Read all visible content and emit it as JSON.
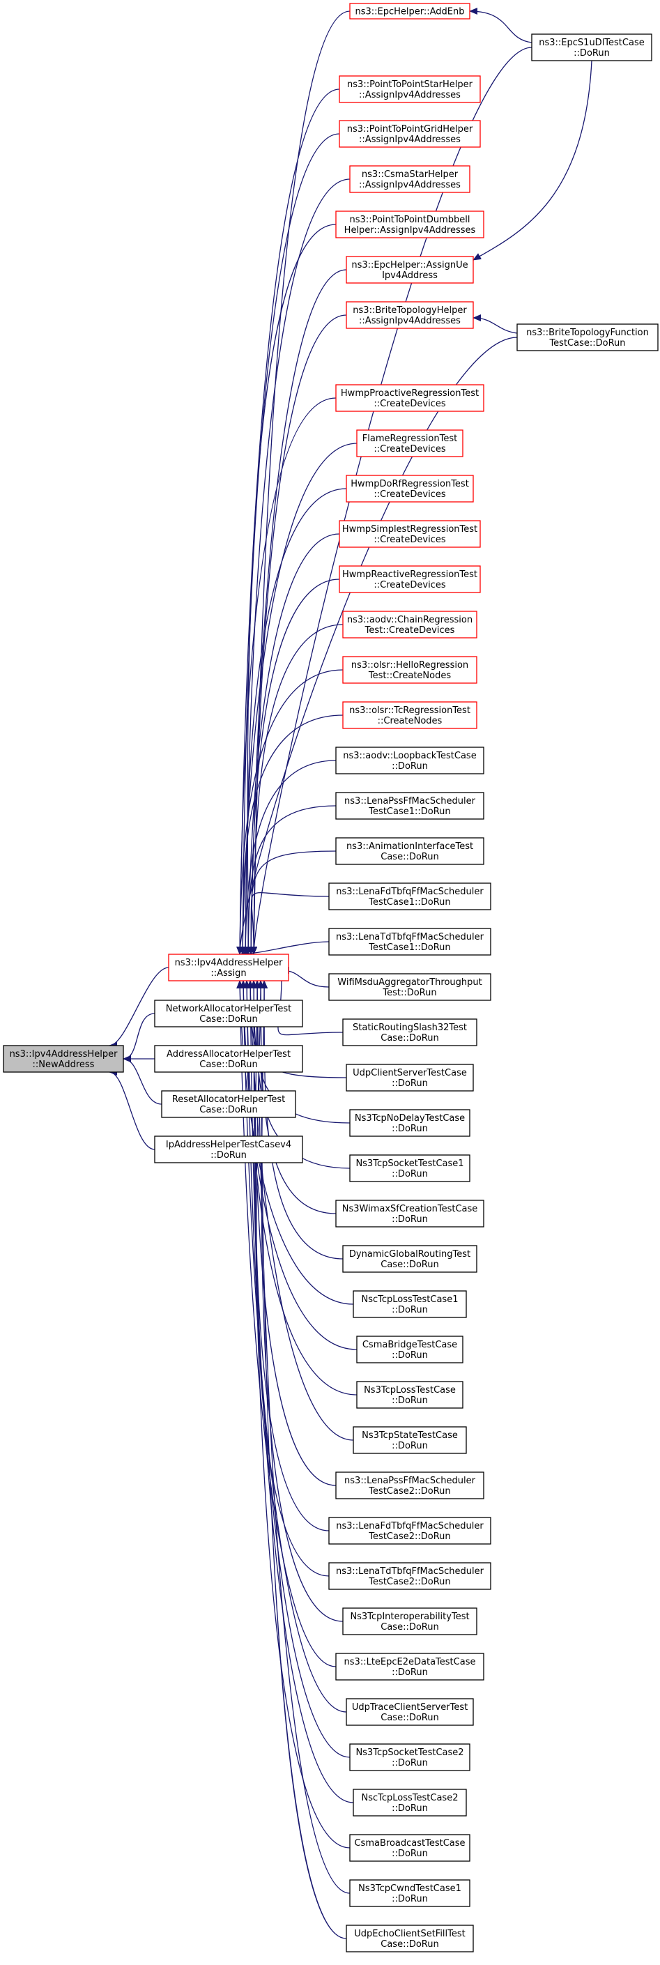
{
  "colors": {
    "edge": "#191970",
    "link_border": "#000000",
    "undocumented_border": "#ff0000",
    "focus_fill": "#bfbfbf",
    "node_fill": "#ffffff"
  },
  "nodes": [
    {
      "id": "root",
      "lines": [
        "ns3::Ipv4AddressHelper",
        "::NewAddress"
      ],
      "style": "focus"
    },
    {
      "id": "assign",
      "lines": [
        "ns3::Ipv4AddressHelper",
        "::Assign"
      ],
      "style": "undocumented"
    },
    {
      "id": "net-alloc",
      "lines": [
        "NetworkAllocatorHelperTest",
        "Case::DoRun"
      ],
      "style": "link"
    },
    {
      "id": "addr-alloc",
      "lines": [
        "AddressAllocatorHelperTest",
        "Case::DoRun"
      ],
      "style": "link"
    },
    {
      "id": "reset-alloc",
      "lines": [
        "ResetAllocatorHelperTest",
        "Case::DoRun"
      ],
      "style": "link"
    },
    {
      "id": "ip-helper-v4",
      "lines": [
        "IpAddressHelperTestCasev4",
        "::DoRun"
      ],
      "style": "link"
    },
    {
      "id": "epc-addenb",
      "lines": [
        "ns3::EpcHelper::AddEnb"
      ],
      "style": "undocumented"
    },
    {
      "id": "p2p-star",
      "lines": [
        "ns3::PointToPointStarHelper",
        "::AssignIpv4Addresses"
      ],
      "style": "undocumented"
    },
    {
      "id": "p2p-grid",
      "lines": [
        "ns3::PointToPointGridHelper",
        "::AssignIpv4Addresses"
      ],
      "style": "undocumented"
    },
    {
      "id": "csma-star",
      "lines": [
        "ns3::CsmaStarHelper",
        "::AssignIpv4Addresses"
      ],
      "style": "undocumented"
    },
    {
      "id": "p2p-dumbbell",
      "lines": [
        "ns3::PointToPointDumbbell",
        "Helper::AssignIpv4Addresses"
      ],
      "style": "undocumented"
    },
    {
      "id": "epc-assignue",
      "lines": [
        "ns3::EpcHelper::AssignUe",
        "Ipv4Address"
      ],
      "style": "undocumented"
    },
    {
      "id": "brite-helper",
      "lines": [
        "ns3::BriteTopologyHelper",
        "::AssignIpv4Addresses"
      ],
      "style": "undocumented"
    },
    {
      "id": "hwmp-proactive",
      "lines": [
        "HwmpProactiveRegressionTest",
        "::CreateDevices"
      ],
      "style": "undocumented"
    },
    {
      "id": "flame-regression",
      "lines": [
        "FlameRegressionTest",
        "::CreateDevices"
      ],
      "style": "undocumented"
    },
    {
      "id": "hwmp-dorf",
      "lines": [
        "HwmpDoRfRegressionTest",
        "::CreateDevices"
      ],
      "style": "undocumented"
    },
    {
      "id": "hwmp-simplest",
      "lines": [
        "HwmpSimplestRegressionTest",
        "::CreateDevices"
      ],
      "style": "undocumented"
    },
    {
      "id": "hwmp-reactive",
      "lines": [
        "HwmpReactiveRegressionTest",
        "::CreateDevices"
      ],
      "style": "undocumented"
    },
    {
      "id": "aodv-chain",
      "lines": [
        "ns3::aodv::ChainRegression",
        "Test::CreateDevices"
      ],
      "style": "undocumented"
    },
    {
      "id": "olsr-hello",
      "lines": [
        "ns3::olsr::HelloRegression",
        "Test::CreateNodes"
      ],
      "style": "undocumented"
    },
    {
      "id": "olsr-tc",
      "lines": [
        "ns3::olsr::TcRegressionTest",
        "::CreateNodes"
      ],
      "style": "undocumented"
    },
    {
      "id": "aodv-loopback",
      "lines": [
        "ns3::aodv::LoopbackTestCase",
        "::DoRun"
      ],
      "style": "link"
    },
    {
      "id": "lena-pss-1",
      "lines": [
        "ns3::LenaPssFfMacScheduler",
        "TestCase1::DoRun"
      ],
      "style": "link"
    },
    {
      "id": "animation-interface",
      "lines": [
        "ns3::AnimationInterfaceTest",
        "Case::DoRun"
      ],
      "style": "link"
    },
    {
      "id": "lena-fdtbfq-1",
      "lines": [
        "ns3::LenaFdTbfqFfMacScheduler",
        "TestCase1::DoRun"
      ],
      "style": "link"
    },
    {
      "id": "lena-tdtbfq-1",
      "lines": [
        "ns3::LenaTdTbfqFfMacScheduler",
        "TestCase1::DoRun"
      ],
      "style": "link"
    },
    {
      "id": "wifi-msdu",
      "lines": [
        "WifiMsduAggregatorThroughput",
        "Test::DoRun"
      ],
      "style": "link"
    },
    {
      "id": "static-routing",
      "lines": [
        "StaticRoutingSlash32Test",
        "Case::DoRun"
      ],
      "style": "link"
    },
    {
      "id": "udp-client-server",
      "lines": [
        "UdpClientServerTestCase",
        "::DoRun"
      ],
      "style": "link"
    },
    {
      "id": "ns3tcp-nodelay",
      "lines": [
        "Ns3TcpNoDelayTestCase",
        "::DoRun"
      ],
      "style": "link"
    },
    {
      "id": "ns3tcp-socket-1",
      "lines": [
        "Ns3TcpSocketTestCase1",
        "::DoRun"
      ],
      "style": "link"
    },
    {
      "id": "ns3wimax-sf",
      "lines": [
        "Ns3WimaxSfCreationTestCase",
        "::DoRun"
      ],
      "style": "link"
    },
    {
      "id": "dynamic-global",
      "lines": [
        "DynamicGlobalRoutingTest",
        "Case::DoRun"
      ],
      "style": "link"
    },
    {
      "id": "nsc-tcp-loss-1",
      "lines": [
        "NscTcpLossTestCase1",
        "::DoRun"
      ],
      "style": "link"
    },
    {
      "id": "csma-bridge",
      "lines": [
        "CsmaBridgeTestCase",
        "::DoRun"
      ],
      "style": "link"
    },
    {
      "id": "ns3tcp-loss",
      "lines": [
        "Ns3TcpLossTestCase",
        "::DoRun"
      ],
      "style": "link"
    },
    {
      "id": "ns3tcp-state",
      "lines": [
        "Ns3TcpStateTestCase",
        "::DoRun"
      ],
      "style": "link"
    },
    {
      "id": "lena-pss-2",
      "lines": [
        "ns3::LenaPssFfMacScheduler",
        "TestCase2::DoRun"
      ],
      "style": "link"
    },
    {
      "id": "lena-fdtbfq-2",
      "lines": [
        "ns3::LenaFdTbfqFfMacScheduler",
        "TestCase2::DoRun"
      ],
      "style": "link"
    },
    {
      "id": "lena-tdtbfq-2",
      "lines": [
        "ns3::LenaTdTbfqFfMacScheduler",
        "TestCase2::DoRun"
      ],
      "style": "link"
    },
    {
      "id": "ns3tcp-interop",
      "lines": [
        "Ns3TcpInteroperabilityTest",
        "Case::DoRun"
      ],
      "style": "link"
    },
    {
      "id": "lte-epc-e2e",
      "lines": [
        "ns3::LteEpcE2eDataTestCase",
        "::DoRun"
      ],
      "style": "link"
    },
    {
      "id": "udp-trace-client",
      "lines": [
        "UdpTraceClientServerTest",
        "Case::DoRun"
      ],
      "style": "link"
    },
    {
      "id": "ns3tcp-socket-2",
      "lines": [
        "Ns3TcpSocketTestCase2",
        "::DoRun"
      ],
      "style": "link"
    },
    {
      "id": "nsc-tcp-loss-2",
      "lines": [
        "NscTcpLossTestCase2",
        "::DoRun"
      ],
      "style": "link"
    },
    {
      "id": "csma-broadcast",
      "lines": [
        "CsmaBroadcastTestCase",
        "::DoRun"
      ],
      "style": "link"
    },
    {
      "id": "ns3tcp-cwnd-1",
      "lines": [
        "Ns3TcpCwndTestCase1",
        "::DoRun"
      ],
      "style": "link"
    },
    {
      "id": "udp-echo-fill",
      "lines": [
        "UdpEchoClientSetFillTest",
        "Case::DoRun"
      ],
      "style": "link"
    },
    {
      "id": "epc-s1u-dl",
      "lines": [
        "ns3::EpcS1uDlTestCase",
        "::DoRun"
      ],
      "style": "link"
    },
    {
      "id": "brite-function",
      "lines": [
        "ns3::BriteTopologyFunction",
        "TestCase::DoRun"
      ],
      "style": "link"
    }
  ],
  "edges": [
    {
      "from": "assign",
      "to": "root"
    },
    {
      "from": "net-alloc",
      "to": "root"
    },
    {
      "from": "addr-alloc",
      "to": "root"
    },
    {
      "from": "reset-alloc",
      "to": "root"
    },
    {
      "from": "ip-helper-v4",
      "to": "root"
    },
    {
      "from": "epc-addenb",
      "to": "assign"
    },
    {
      "from": "p2p-star",
      "to": "assign"
    },
    {
      "from": "p2p-grid",
      "to": "assign"
    },
    {
      "from": "csma-star",
      "to": "assign"
    },
    {
      "from": "p2p-dumbbell",
      "to": "assign"
    },
    {
      "from": "epc-assignue",
      "to": "assign"
    },
    {
      "from": "brite-helper",
      "to": "assign"
    },
    {
      "from": "hwmp-proactive",
      "to": "assign"
    },
    {
      "from": "flame-regression",
      "to": "assign"
    },
    {
      "from": "hwmp-dorf",
      "to": "assign"
    },
    {
      "from": "hwmp-simplest",
      "to": "assign"
    },
    {
      "from": "hwmp-reactive",
      "to": "assign"
    },
    {
      "from": "aodv-chain",
      "to": "assign"
    },
    {
      "from": "olsr-hello",
      "to": "assign"
    },
    {
      "from": "olsr-tc",
      "to": "assign"
    },
    {
      "from": "aodv-loopback",
      "to": "assign"
    },
    {
      "from": "lena-pss-1",
      "to": "assign"
    },
    {
      "from": "animation-interface",
      "to": "assign"
    },
    {
      "from": "lena-fdtbfq-1",
      "to": "assign"
    },
    {
      "from": "lena-tdtbfq-1",
      "to": "assign"
    },
    {
      "from": "wifi-msdu",
      "to": "assign"
    },
    {
      "from": "static-routing",
      "to": "assign"
    },
    {
      "from": "udp-client-server",
      "to": "assign"
    },
    {
      "from": "ns3tcp-nodelay",
      "to": "assign"
    },
    {
      "from": "ns3tcp-socket-1",
      "to": "assign"
    },
    {
      "from": "ns3wimax-sf",
      "to": "assign"
    },
    {
      "from": "dynamic-global",
      "to": "assign"
    },
    {
      "from": "nsc-tcp-loss-1",
      "to": "assign"
    },
    {
      "from": "csma-bridge",
      "to": "assign"
    },
    {
      "from": "ns3tcp-loss",
      "to": "assign"
    },
    {
      "from": "ns3tcp-state",
      "to": "assign"
    },
    {
      "from": "lena-pss-2",
      "to": "assign"
    },
    {
      "from": "lena-fdtbfq-2",
      "to": "assign"
    },
    {
      "from": "lena-tdtbfq-2",
      "to": "assign"
    },
    {
      "from": "ns3tcp-interop",
      "to": "assign"
    },
    {
      "from": "lte-epc-e2e",
      "to": "assign"
    },
    {
      "from": "udp-trace-client",
      "to": "assign"
    },
    {
      "from": "ns3tcp-socket-2",
      "to": "assign"
    },
    {
      "from": "nsc-tcp-loss-2",
      "to": "assign"
    },
    {
      "from": "csma-broadcast",
      "to": "assign"
    },
    {
      "from": "ns3tcp-cwnd-1",
      "to": "assign"
    },
    {
      "from": "udp-echo-fill",
      "to": "assign"
    },
    {
      "from": "epc-s1u-dl",
      "to": "assign"
    },
    {
      "from": "brite-function",
      "to": "assign"
    },
    {
      "from": "epc-s1u-dl",
      "to": "epc-addenb"
    },
    {
      "from": "epc-s1u-dl",
      "to": "epc-assignue"
    },
    {
      "from": "brite-function",
      "to": "brite-helper"
    }
  ]
}
